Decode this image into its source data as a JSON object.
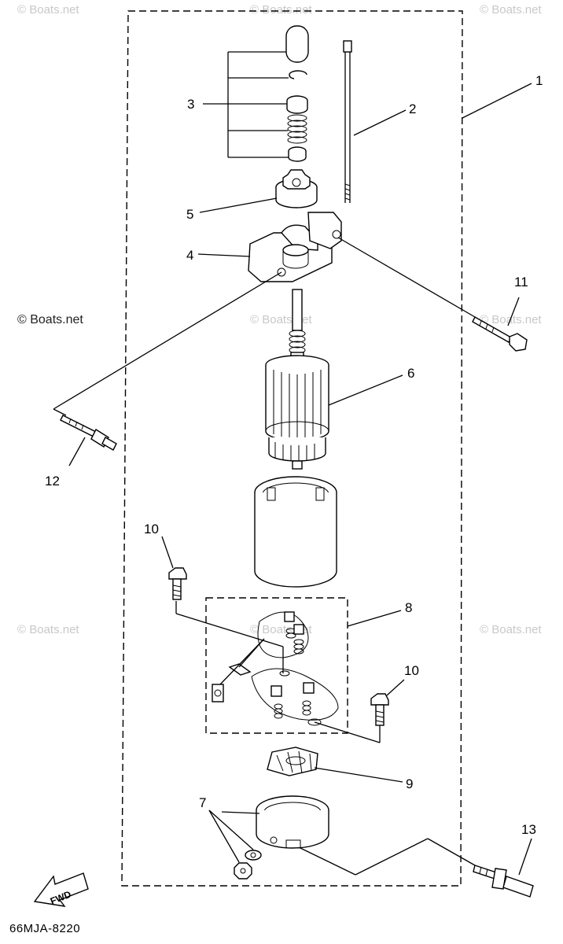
{
  "watermarks": {
    "top_left": "© Boats.net",
    "top_center": "© Boats.net",
    "top_right": "© Boats.net",
    "mid_left": "© Boats.net",
    "mid_center": "© Boats.net",
    "mid_right": "© Boats.net",
    "low_left": "© Boats.net",
    "low_center": "© Boats.net",
    "low_right": "© Boats.net"
  },
  "callouts": {
    "c1": "1",
    "c2": "2",
    "c3": "3",
    "c4": "4",
    "c5": "5",
    "c6": "6",
    "c7": "7",
    "c8": "8",
    "c9": "9",
    "c10a": "10",
    "c10b": "10",
    "c11": "11",
    "c12": "12",
    "c13": "13"
  },
  "fwd_label": "FWD",
  "diagram_code": "66MJA-8220"
}
